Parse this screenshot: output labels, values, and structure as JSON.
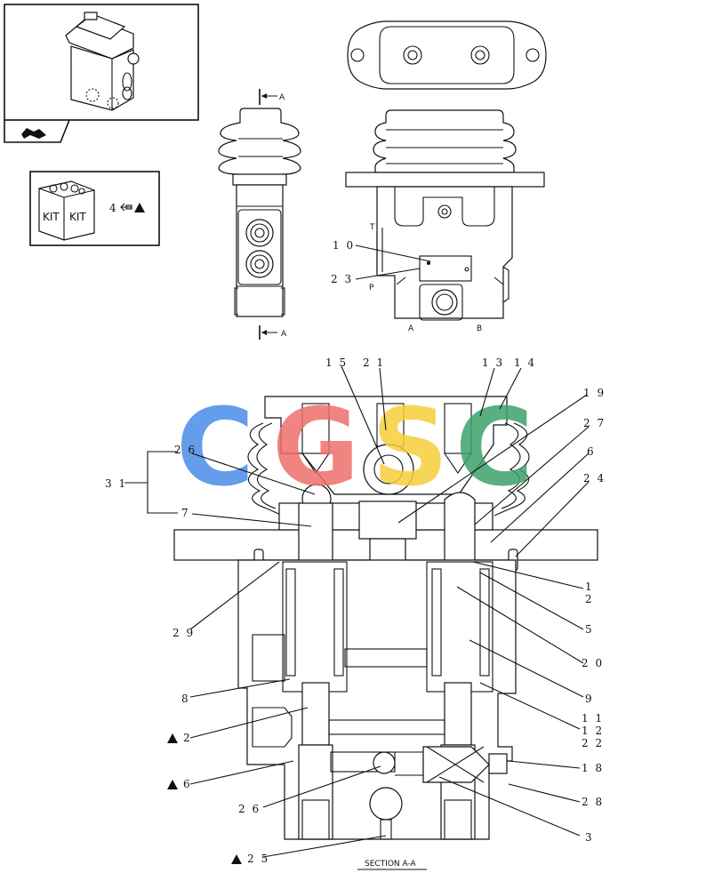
{
  "views": {
    "section_caption": "SECTION A-A",
    "section_mark": "A",
    "port_t": "T",
    "port_p": "P",
    "port_a": "A",
    "port_b": "B"
  },
  "kit": {
    "label_left": "KIT",
    "label_right": "KIT",
    "ref_number": "4"
  },
  "watermark": {
    "letters": [
      "C",
      "G",
      "S",
      "C"
    ],
    "colors": [
      "#4a8ee8",
      "#ee6f6a",
      "#f6cf3a",
      "#3da26a"
    ]
  },
  "callouts": {
    "c10": "1 0",
    "c23": "2 3",
    "c15": "1 5",
    "c21": "2 1",
    "c13": "1 3",
    "c14": "1 4",
    "c19": "1 9",
    "c27": "2 7",
    "c6": "6",
    "c24": "2 4",
    "c26a": "2 6",
    "c31": "3 1",
    "c7": "7",
    "c29": "2 9",
    "c1": "1",
    "c2": "2",
    "c5": "5",
    "c20": "2 0",
    "c8": "8",
    "c9": "9",
    "c11": "1 1",
    "c12": "1 2",
    "c22": "2 2",
    "c2b": "2",
    "c6b": "6",
    "c18": "1 8",
    "c26b": "2 6",
    "c28": "2 8",
    "c3": "3",
    "c25": "2 5"
  }
}
